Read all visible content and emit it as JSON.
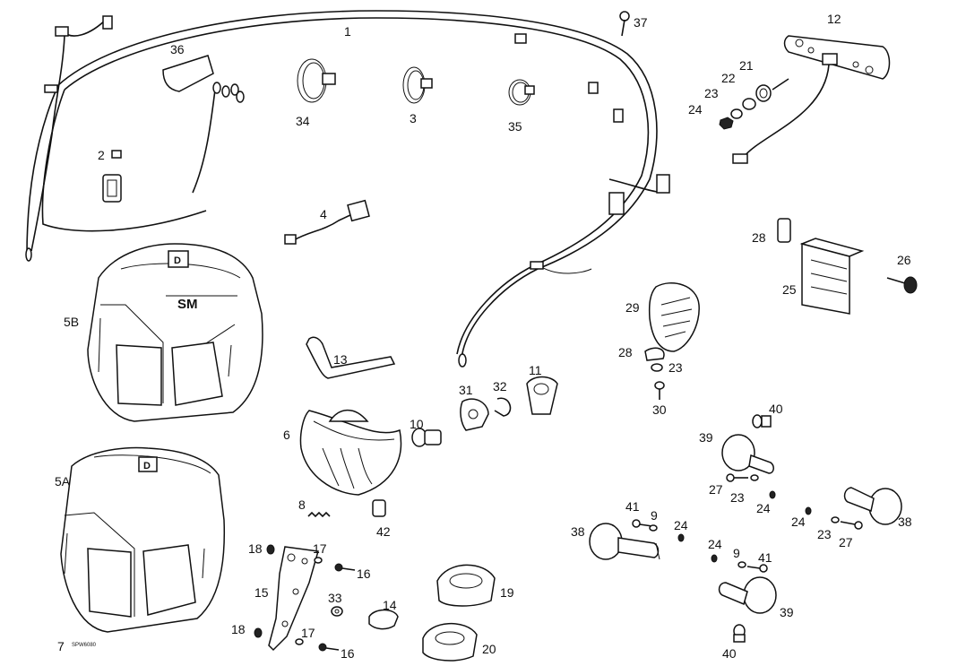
{
  "labels": {
    "p1": "1",
    "p2": "2",
    "p3": "3",
    "p4": "4",
    "p5a": "5A",
    "p5b": "5B",
    "p6": "6",
    "p7": "7",
    "p7text": "SPW6080",
    "p8": "8",
    "p9a": "9",
    "p9b": "9",
    "p10": "10",
    "p11": "11",
    "p12": "12",
    "p13": "13",
    "p14": "14",
    "p15": "15",
    "p16a": "16",
    "p16b": "16",
    "p17a": "17",
    "p17b": "17",
    "p18a": "18",
    "p18b": "18",
    "p19": "19",
    "p20": "20",
    "p21": "21",
    "p22": "22",
    "p23a": "23",
    "p23b": "23",
    "p23c": "23",
    "p23d": "23",
    "p24a": "24",
    "p24b": "24",
    "p24c": "24",
    "p24d": "24",
    "p24e": "24",
    "p25": "25",
    "p26": "26",
    "p27a": "27",
    "p27b": "27",
    "p28a": "28",
    "p28b": "28",
    "p29": "29",
    "p30": "30",
    "p31": "31",
    "p32": "32",
    "p33": "33",
    "p34": "34",
    "p35": "35",
    "p36": "36",
    "p37": "37",
    "p38a": "38",
    "p38b": "38",
    "p39a": "39",
    "p39b": "39",
    "p40a": "40",
    "p40b": "40",
    "p41a": "41",
    "p41b": "41",
    "p42": "42"
  },
  "headlamp_marks": {
    "logo": "SM",
    "badge": "D"
  }
}
